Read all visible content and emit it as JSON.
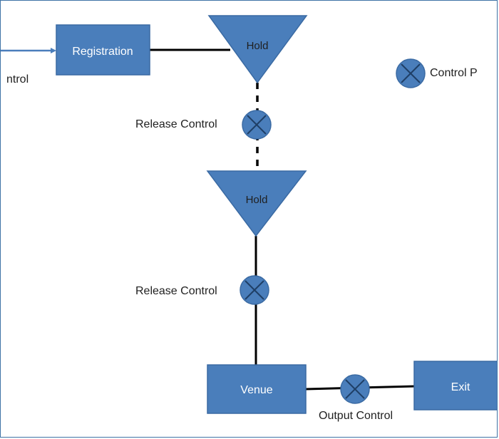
{
  "nodes": {
    "registration": "Registration",
    "hold_top": "Hold",
    "hold_middle": "Hold",
    "venue": "Venue",
    "exit": "Exit"
  },
  "labels": {
    "input_control": "ntrol",
    "legend_control_point": "Control P",
    "release_control_top": "Release Control",
    "release_control_bottom": "Release Control",
    "output_control": "Output Control"
  },
  "colors": {
    "node_fill": "#4a7ebb",
    "node_stroke": "#3a6aa3",
    "connector": "#000000",
    "text_dark": "#1f1f1f",
    "text_light": "#ffffff"
  }
}
